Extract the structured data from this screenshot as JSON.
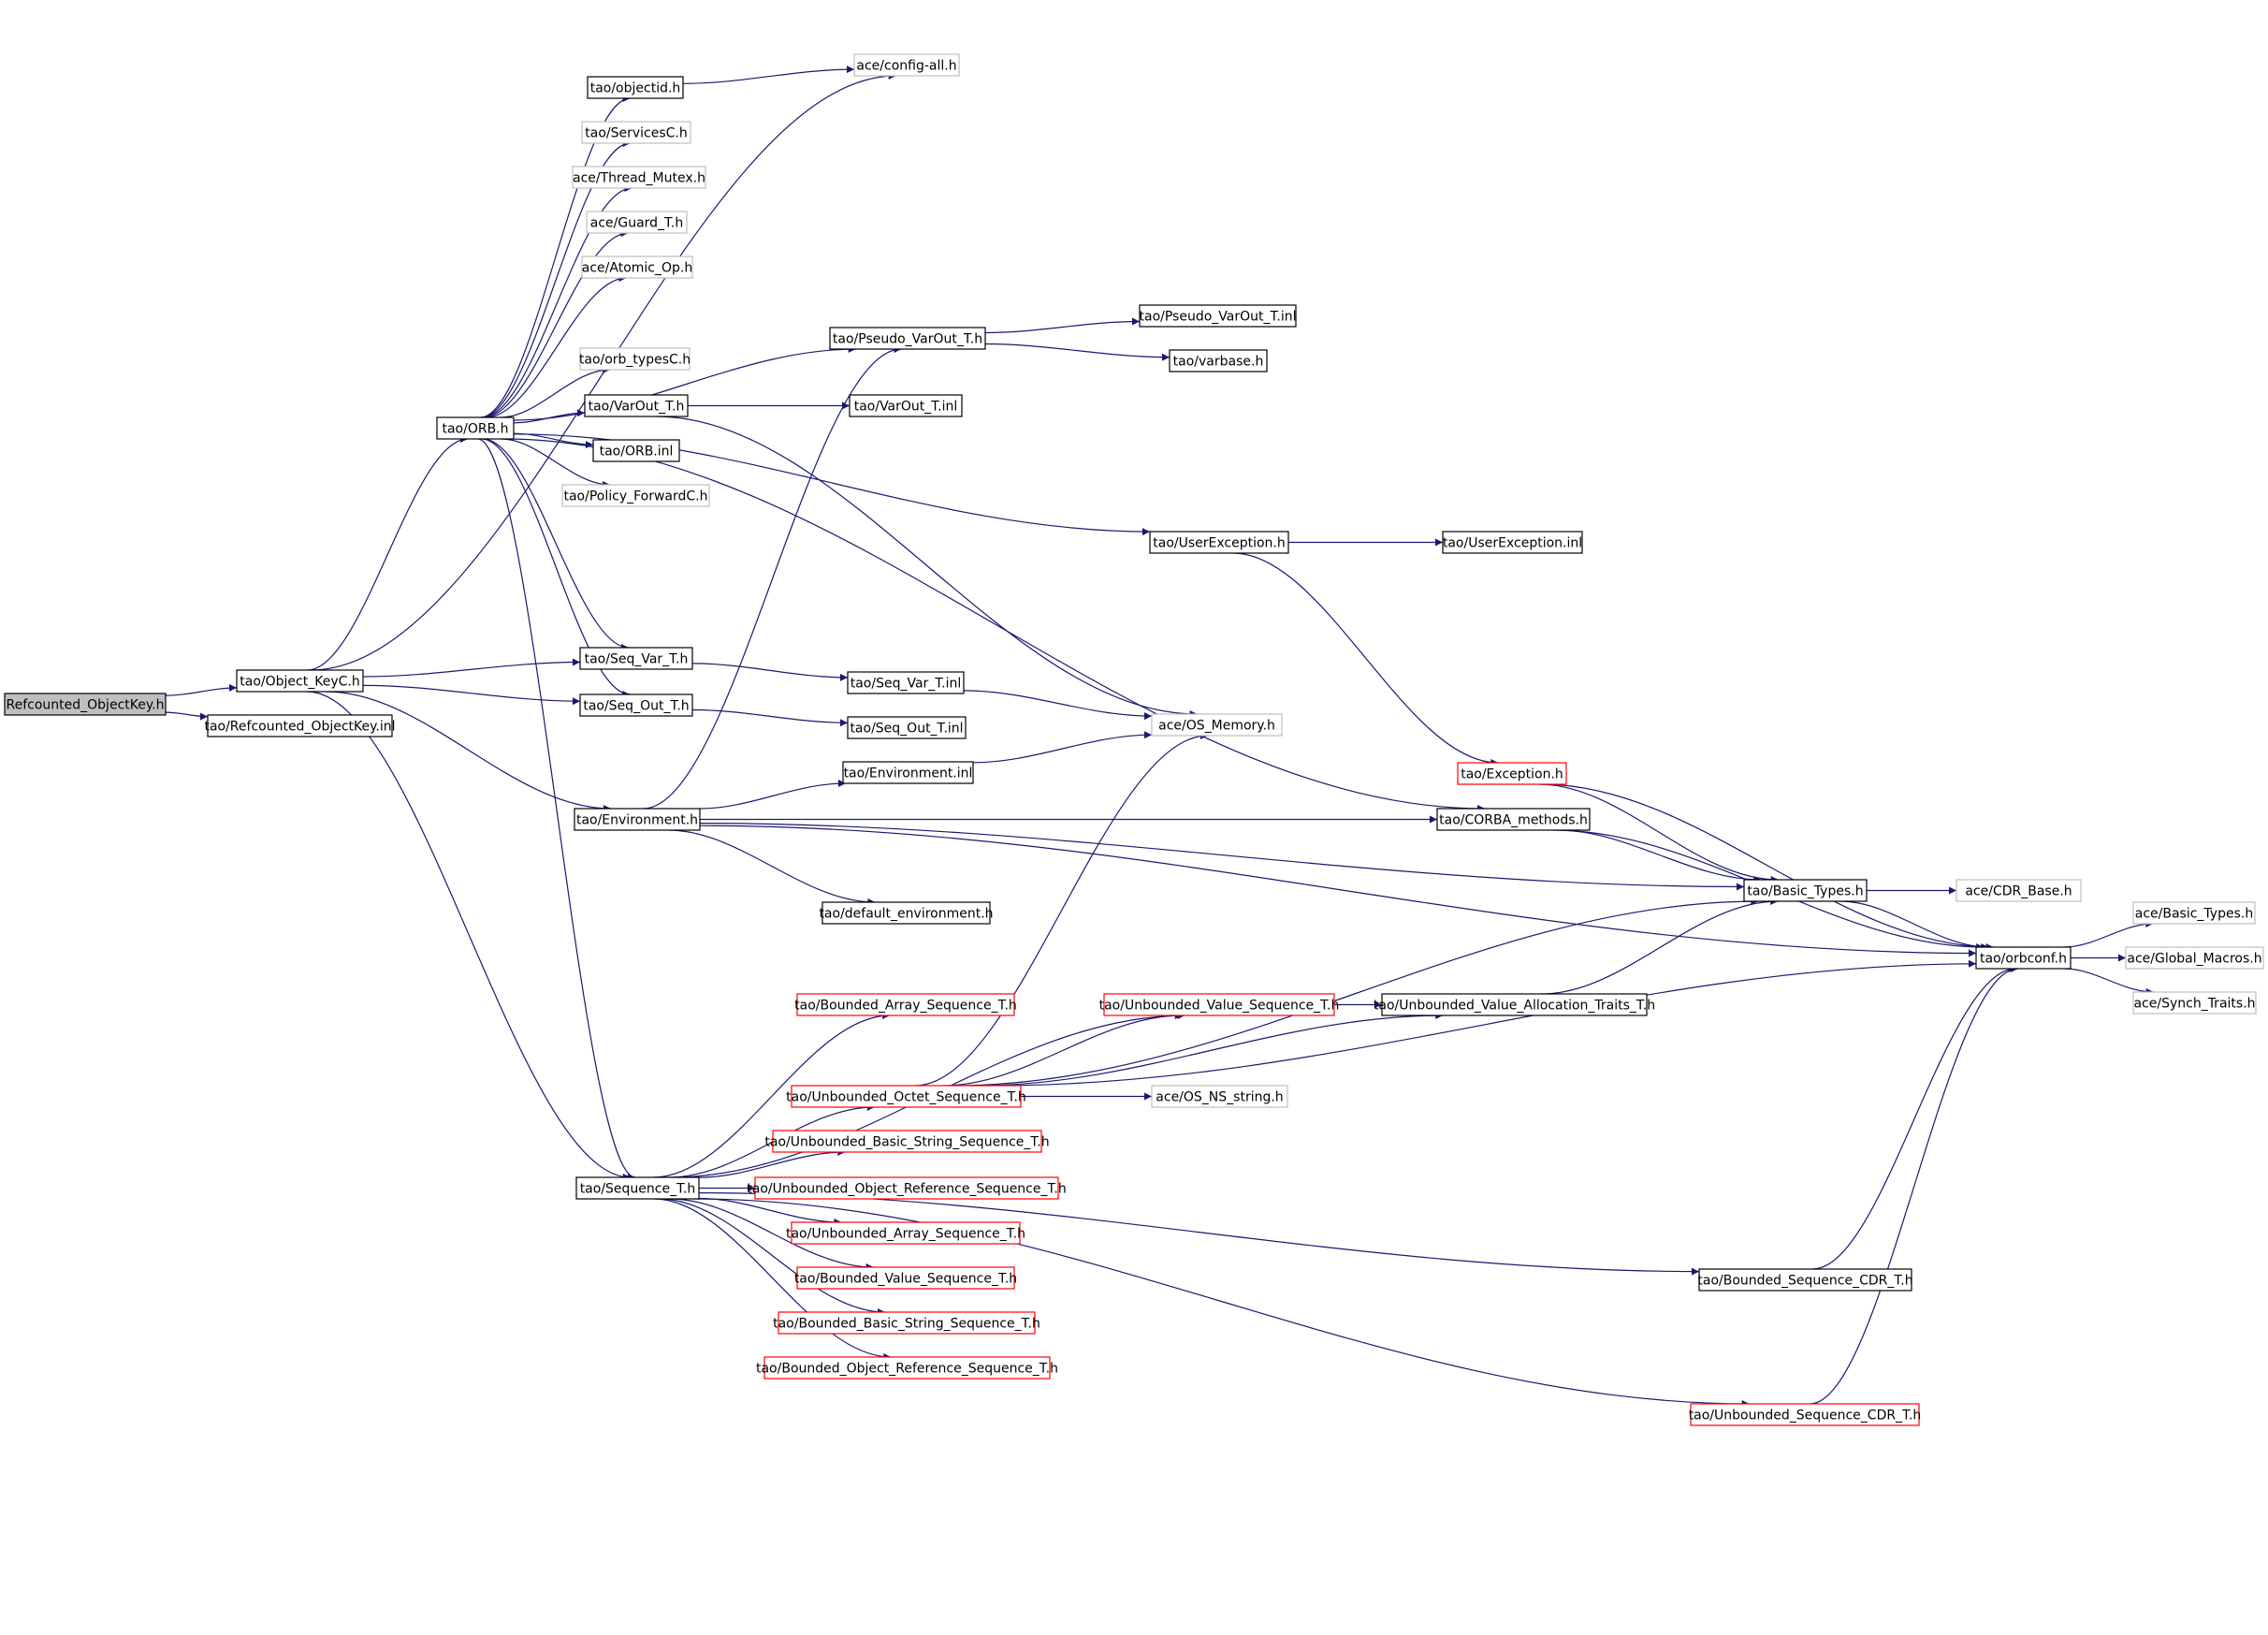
{
  "colors": {
    "edge": "#191970",
    "node_border_normal": "#000000",
    "node_border_external": "#bfbfbf",
    "node_border_truncated": "#ff0000",
    "root_fill": "#bfbfbf",
    "node_fill": "#ffffff",
    "text": "#000000"
  },
  "nodes": [
    {
      "id": "root",
      "label": "Refcounted_ObjectKey.h",
      "kind": "root"
    },
    {
      "id": "okc",
      "label": "tao/Object_KeyC.h",
      "kind": "normal"
    },
    {
      "id": "rcinl",
      "label": "tao/Refcounted_ObjectKey.inl",
      "kind": "normal"
    },
    {
      "id": "orb",
      "label": "tao/ORB.h",
      "kind": "normal"
    },
    {
      "id": "objectid",
      "label": "tao/objectid.h",
      "kind": "normal"
    },
    {
      "id": "configall",
      "label": "ace/config-all.h",
      "kind": "external"
    },
    {
      "id": "servicesc",
      "label": "tao/ServicesC.h",
      "kind": "external"
    },
    {
      "id": "threadmutex",
      "label": "ace/Thread_Mutex.h",
      "kind": "external"
    },
    {
      "id": "guardt",
      "label": "ace/Guard_T.h",
      "kind": "external"
    },
    {
      "id": "atomicop",
      "label": "ace/Atomic_Op.h",
      "kind": "external"
    },
    {
      "id": "pseudovarout",
      "label": "tao/Pseudo_VarOut_T.h",
      "kind": "normal"
    },
    {
      "id": "pseudovaroutinl",
      "label": "tao/Pseudo_VarOut_T.inl",
      "kind": "normal"
    },
    {
      "id": "varbase",
      "label": "tao/varbase.h",
      "kind": "normal"
    },
    {
      "id": "orbtypesc",
      "label": "tao/orb_typesC.h",
      "kind": "external"
    },
    {
      "id": "varout",
      "label": "tao/VarOut_T.h",
      "kind": "normal"
    },
    {
      "id": "varoutinl",
      "label": "tao/VarOut_T.inl",
      "kind": "normal"
    },
    {
      "id": "orbinl",
      "label": "tao/ORB.inl",
      "kind": "normal"
    },
    {
      "id": "policyfwd",
      "label": "tao/Policy_ForwardC.h",
      "kind": "external"
    },
    {
      "id": "userexc",
      "label": "tao/UserException.h",
      "kind": "normal"
    },
    {
      "id": "userexcinl",
      "label": "tao/UserException.inl",
      "kind": "normal"
    },
    {
      "id": "seqvar",
      "label": "tao/Seq_Var_T.h",
      "kind": "normal"
    },
    {
      "id": "seqvarinl",
      "label": "tao/Seq_Var_T.inl",
      "kind": "normal"
    },
    {
      "id": "seqout",
      "label": "tao/Seq_Out_T.h",
      "kind": "normal"
    },
    {
      "id": "seqoutinl",
      "label": "tao/Seq_Out_T.inl",
      "kind": "normal"
    },
    {
      "id": "osmemory",
      "label": "ace/OS_Memory.h",
      "kind": "external"
    },
    {
      "id": "envinl",
      "label": "tao/Environment.inl",
      "kind": "normal"
    },
    {
      "id": "exception",
      "label": "tao/Exception.h",
      "kind": "truncated"
    },
    {
      "id": "env",
      "label": "tao/Environment.h",
      "kind": "normal"
    },
    {
      "id": "corbamethods",
      "label": "tao/CORBA_methods.h",
      "kind": "normal"
    },
    {
      "id": "defaultenv",
      "label": "tao/default_environment.h",
      "kind": "normal"
    },
    {
      "id": "basictypes",
      "label": "tao/Basic_Types.h",
      "kind": "normal"
    },
    {
      "id": "cdrbase",
      "label": "ace/CDR_Base.h",
      "kind": "external"
    },
    {
      "id": "acebasictypes",
      "label": "ace/Basic_Types.h",
      "kind": "external"
    },
    {
      "id": "orbconf",
      "label": "tao/orbconf.h",
      "kind": "normal"
    },
    {
      "id": "globalmacros",
      "label": "ace/Global_Macros.h",
      "kind": "external"
    },
    {
      "id": "synchtraits",
      "label": "ace/Synch_Traits.h",
      "kind": "external"
    },
    {
      "id": "boundedarray",
      "label": "tao/Bounded_Array_Sequence_T.h",
      "kind": "truncated"
    },
    {
      "id": "unboundedvalue",
      "label": "tao/Unbounded_Value_Sequence_T.h",
      "kind": "truncated"
    },
    {
      "id": "unboundedvaluealloc",
      "label": "tao/Unbounded_Value_Allocation_Traits_T.h",
      "kind": "normal"
    },
    {
      "id": "unboundedoctet",
      "label": "tao/Unbounded_Octet_Sequence_T.h",
      "kind": "truncated"
    },
    {
      "id": "osnsstring",
      "label": "ace/OS_NS_string.h",
      "kind": "external"
    },
    {
      "id": "unboundedbasicstring",
      "label": "tao/Unbounded_Basic_String_Sequence_T.h",
      "kind": "truncated"
    },
    {
      "id": "seqt",
      "label": "tao/Sequence_T.h",
      "kind": "normal"
    },
    {
      "id": "unboundedobjref",
      "label": "tao/Unbounded_Object_Reference_Sequence_T.h",
      "kind": "truncated"
    },
    {
      "id": "unboundedarray",
      "label": "tao/Unbounded_Array_Sequence_T.h",
      "kind": "truncated"
    },
    {
      "id": "boundedvalue",
      "label": "tao/Bounded_Value_Sequence_T.h",
      "kind": "truncated"
    },
    {
      "id": "boundedbasicstring",
      "label": "tao/Bounded_Basic_String_Sequence_T.h",
      "kind": "truncated"
    },
    {
      "id": "boundedobjref",
      "label": "tao/Bounded_Object_Reference_Sequence_T.h",
      "kind": "truncated"
    },
    {
      "id": "boundedseqcdr",
      "label": "tao/Bounded_Sequence_CDR_T.h",
      "kind": "normal"
    },
    {
      "id": "unboundedseqcdr",
      "label": "tao/Unbounded_Sequence_CDR_T.h",
      "kind": "truncated"
    }
  ],
  "edges": [
    [
      "root",
      "okc"
    ],
    [
      "root",
      "rcinl"
    ],
    [
      "okc",
      "configall"
    ],
    [
      "okc",
      "orb"
    ],
    [
      "okc",
      "seqvar"
    ],
    [
      "okc",
      "seqout"
    ],
    [
      "okc",
      "env"
    ],
    [
      "okc",
      "seqt"
    ],
    [
      "objectid",
      "configall"
    ],
    [
      "orb",
      "objectid"
    ],
    [
      "orb",
      "servicesc"
    ],
    [
      "orb",
      "threadmutex"
    ],
    [
      "orb",
      "guardt"
    ],
    [
      "orb",
      "atomicop"
    ],
    [
      "orb",
      "pseudovarout"
    ],
    [
      "orb",
      "orbtypesc"
    ],
    [
      "orb",
      "varout"
    ],
    [
      "orb",
      "orbinl"
    ],
    [
      "orb",
      "policyfwd"
    ],
    [
      "orb",
      "userexc"
    ],
    [
      "orb",
      "corbamethods"
    ],
    [
      "orb",
      "seqvar"
    ],
    [
      "orb",
      "seqout"
    ],
    [
      "orb",
      "seqt"
    ],
    [
      "pseudovarout",
      "pseudovaroutinl"
    ],
    [
      "pseudovarout",
      "varbase"
    ],
    [
      "varout",
      "varoutinl"
    ],
    [
      "varout",
      "osmemory"
    ],
    [
      "userexc",
      "userexcinl"
    ],
    [
      "userexc",
      "exception"
    ],
    [
      "seqvar",
      "seqvarinl"
    ],
    [
      "seqvarinl",
      "osmemory"
    ],
    [
      "seqout",
      "seqoutinl"
    ],
    [
      "env",
      "pseudovarout"
    ],
    [
      "env",
      "envinl"
    ],
    [
      "env",
      "corbamethods"
    ],
    [
      "env",
      "defaultenv"
    ],
    [
      "env",
      "basictypes"
    ],
    [
      "env",
      "orbconf"
    ],
    [
      "envinl",
      "osmemory"
    ],
    [
      "exception",
      "basictypes"
    ],
    [
      "exception",
      "orbconf"
    ],
    [
      "corbamethods",
      "basictypes"
    ],
    [
      "corbamethods",
      "orbconf"
    ],
    [
      "basictypes",
      "cdrbase"
    ],
    [
      "basictypes",
      "orbconf"
    ],
    [
      "orbconf",
      "acebasictypes"
    ],
    [
      "orbconf",
      "globalmacros"
    ],
    [
      "orbconf",
      "synchtraits"
    ],
    [
      "seqt",
      "boundedarray"
    ],
    [
      "seqt",
      "unboundedvalue"
    ],
    [
      "seqt",
      "unboundedoctet"
    ],
    [
      "seqt",
      "unboundedbasicstring"
    ],
    [
      "seqt",
      "unboundedobjref"
    ],
    [
      "seqt",
      "unboundedarray"
    ],
    [
      "seqt",
      "boundedvalue"
    ],
    [
      "seqt",
      "boundedbasicstring"
    ],
    [
      "seqt",
      "boundedobjref"
    ],
    [
      "seqt",
      "boundedseqcdr"
    ],
    [
      "seqt",
      "unboundedseqcdr"
    ],
    [
      "unboundedvalue",
      "unboundedvaluealloc"
    ],
    [
      "unboundedvaluealloc",
      "basictypes"
    ],
    [
      "unboundedoctet",
      "osmemory"
    ],
    [
      "unboundedoctet",
      "unboundedvalue"
    ],
    [
      "unboundedoctet",
      "unboundedvaluealloc"
    ],
    [
      "unboundedoctet",
      "osnsstring"
    ],
    [
      "unboundedoctet",
      "basictypes"
    ],
    [
      "unboundedoctet",
      "orbconf"
    ],
    [
      "boundedseqcdr",
      "orbconf"
    ],
    [
      "unboundedseqcdr",
      "orbconf"
    ]
  ]
}
